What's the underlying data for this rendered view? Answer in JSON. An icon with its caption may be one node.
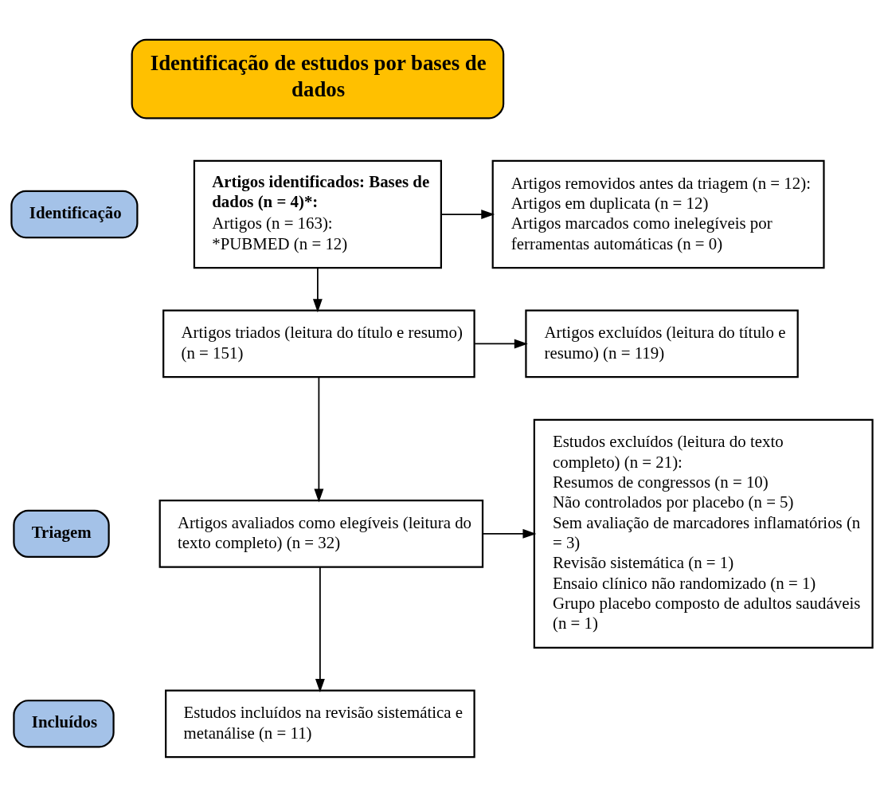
{
  "diagram": {
    "nodes": [
      {
        "text": [
          "Identificação de estudos por bases de dados"
        ]
      },
      {
        "text": [
          "Identificação"
        ]
      },
      {
        "text": [
          "Triagem"
        ]
      },
      {
        "text": [
          "Incluídos"
        ]
      },
      {
        "text": [
          "Artigos identificados: Bases de dados (n = 4)*:",
          "Artigos (n = 163):",
          "*PUBMED (n = 12)"
        ]
      },
      {
        "text": [
          "Artigos removidos antes da triagem (n = 12):",
          "Artigos em duplicata (n = 12)",
          "Artigos marcados como inelegíveis por ferramentas automáticas (n = 0)"
        ]
      },
      {
        "text": [
          "Artigos triados (leitura do título e resumo) (n = 151)"
        ]
      },
      {
        "text": [
          "Artigos excluídos (leitura do título e resumo) (n = 119)"
        ]
      },
      {
        "text": [
          "Artigos avaliados como elegíveis (leitura do texto completo) (n = 32)"
        ]
      },
      {
        "text": [
          "Estudos excluídos (leitura do texto completo) (n = 21):",
          "Resumos de congressos (n = 10)",
          "Não controlados por placebo (n = 5)",
          "Sem avaliação de marcadores inflamatórios (n = 3)",
          "Revisão sistemática (n = 1)",
          "Ensaio clínico não randomizado (n = 1)",
          "Grupo placebo composto de adultos saudáveis (n = 1)"
        ]
      },
      {
        "text": [
          "Estudos incluídos na revisão sistemática e metanálise (n = 11)"
        ]
      }
    ],
    "edges": [
      {
        "from": 4,
        "to": 5,
        "arrow": "to"
      },
      {
        "from": 4,
        "to": 6,
        "arrow": "to"
      },
      {
        "from": 6,
        "to": 7,
        "arrow": "to"
      },
      {
        "from": 6,
        "to": 8,
        "arrow": "to"
      },
      {
        "from": 8,
        "to": 9,
        "arrow": "to"
      },
      {
        "from": 8,
        "to": 10,
        "arrow": "to"
      }
    ]
  }
}
